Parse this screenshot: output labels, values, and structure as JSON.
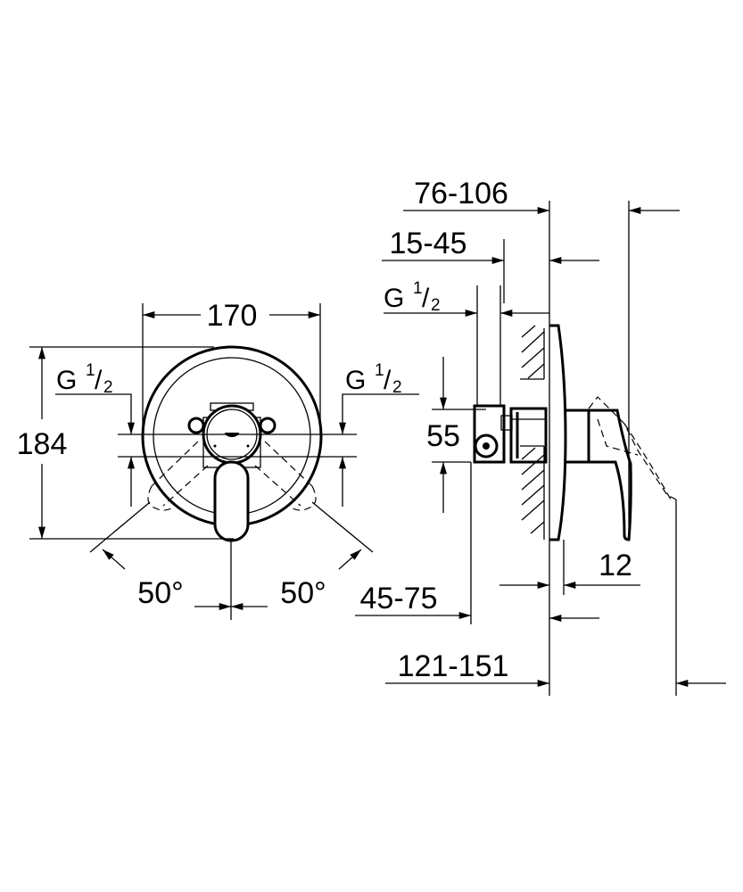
{
  "front_view": {
    "width_dim": "170",
    "height_dim": "184",
    "connection_left": {
      "g": "G",
      "num": "1",
      "den": "2"
    },
    "connection_right": {
      "g": "G",
      "num": "1",
      "den": "2"
    },
    "angle_left": "50°",
    "angle_right": "50°"
  },
  "side_view": {
    "dim_total_handle": "76-106",
    "dim_wall_depth": "15-45",
    "connection": {
      "g": "G",
      "num": "1",
      "den": "2"
    },
    "dim_inlet_height": "55",
    "dim_plate": "12",
    "dim_body_depth": "45-75",
    "dim_total_max": "121-151"
  }
}
